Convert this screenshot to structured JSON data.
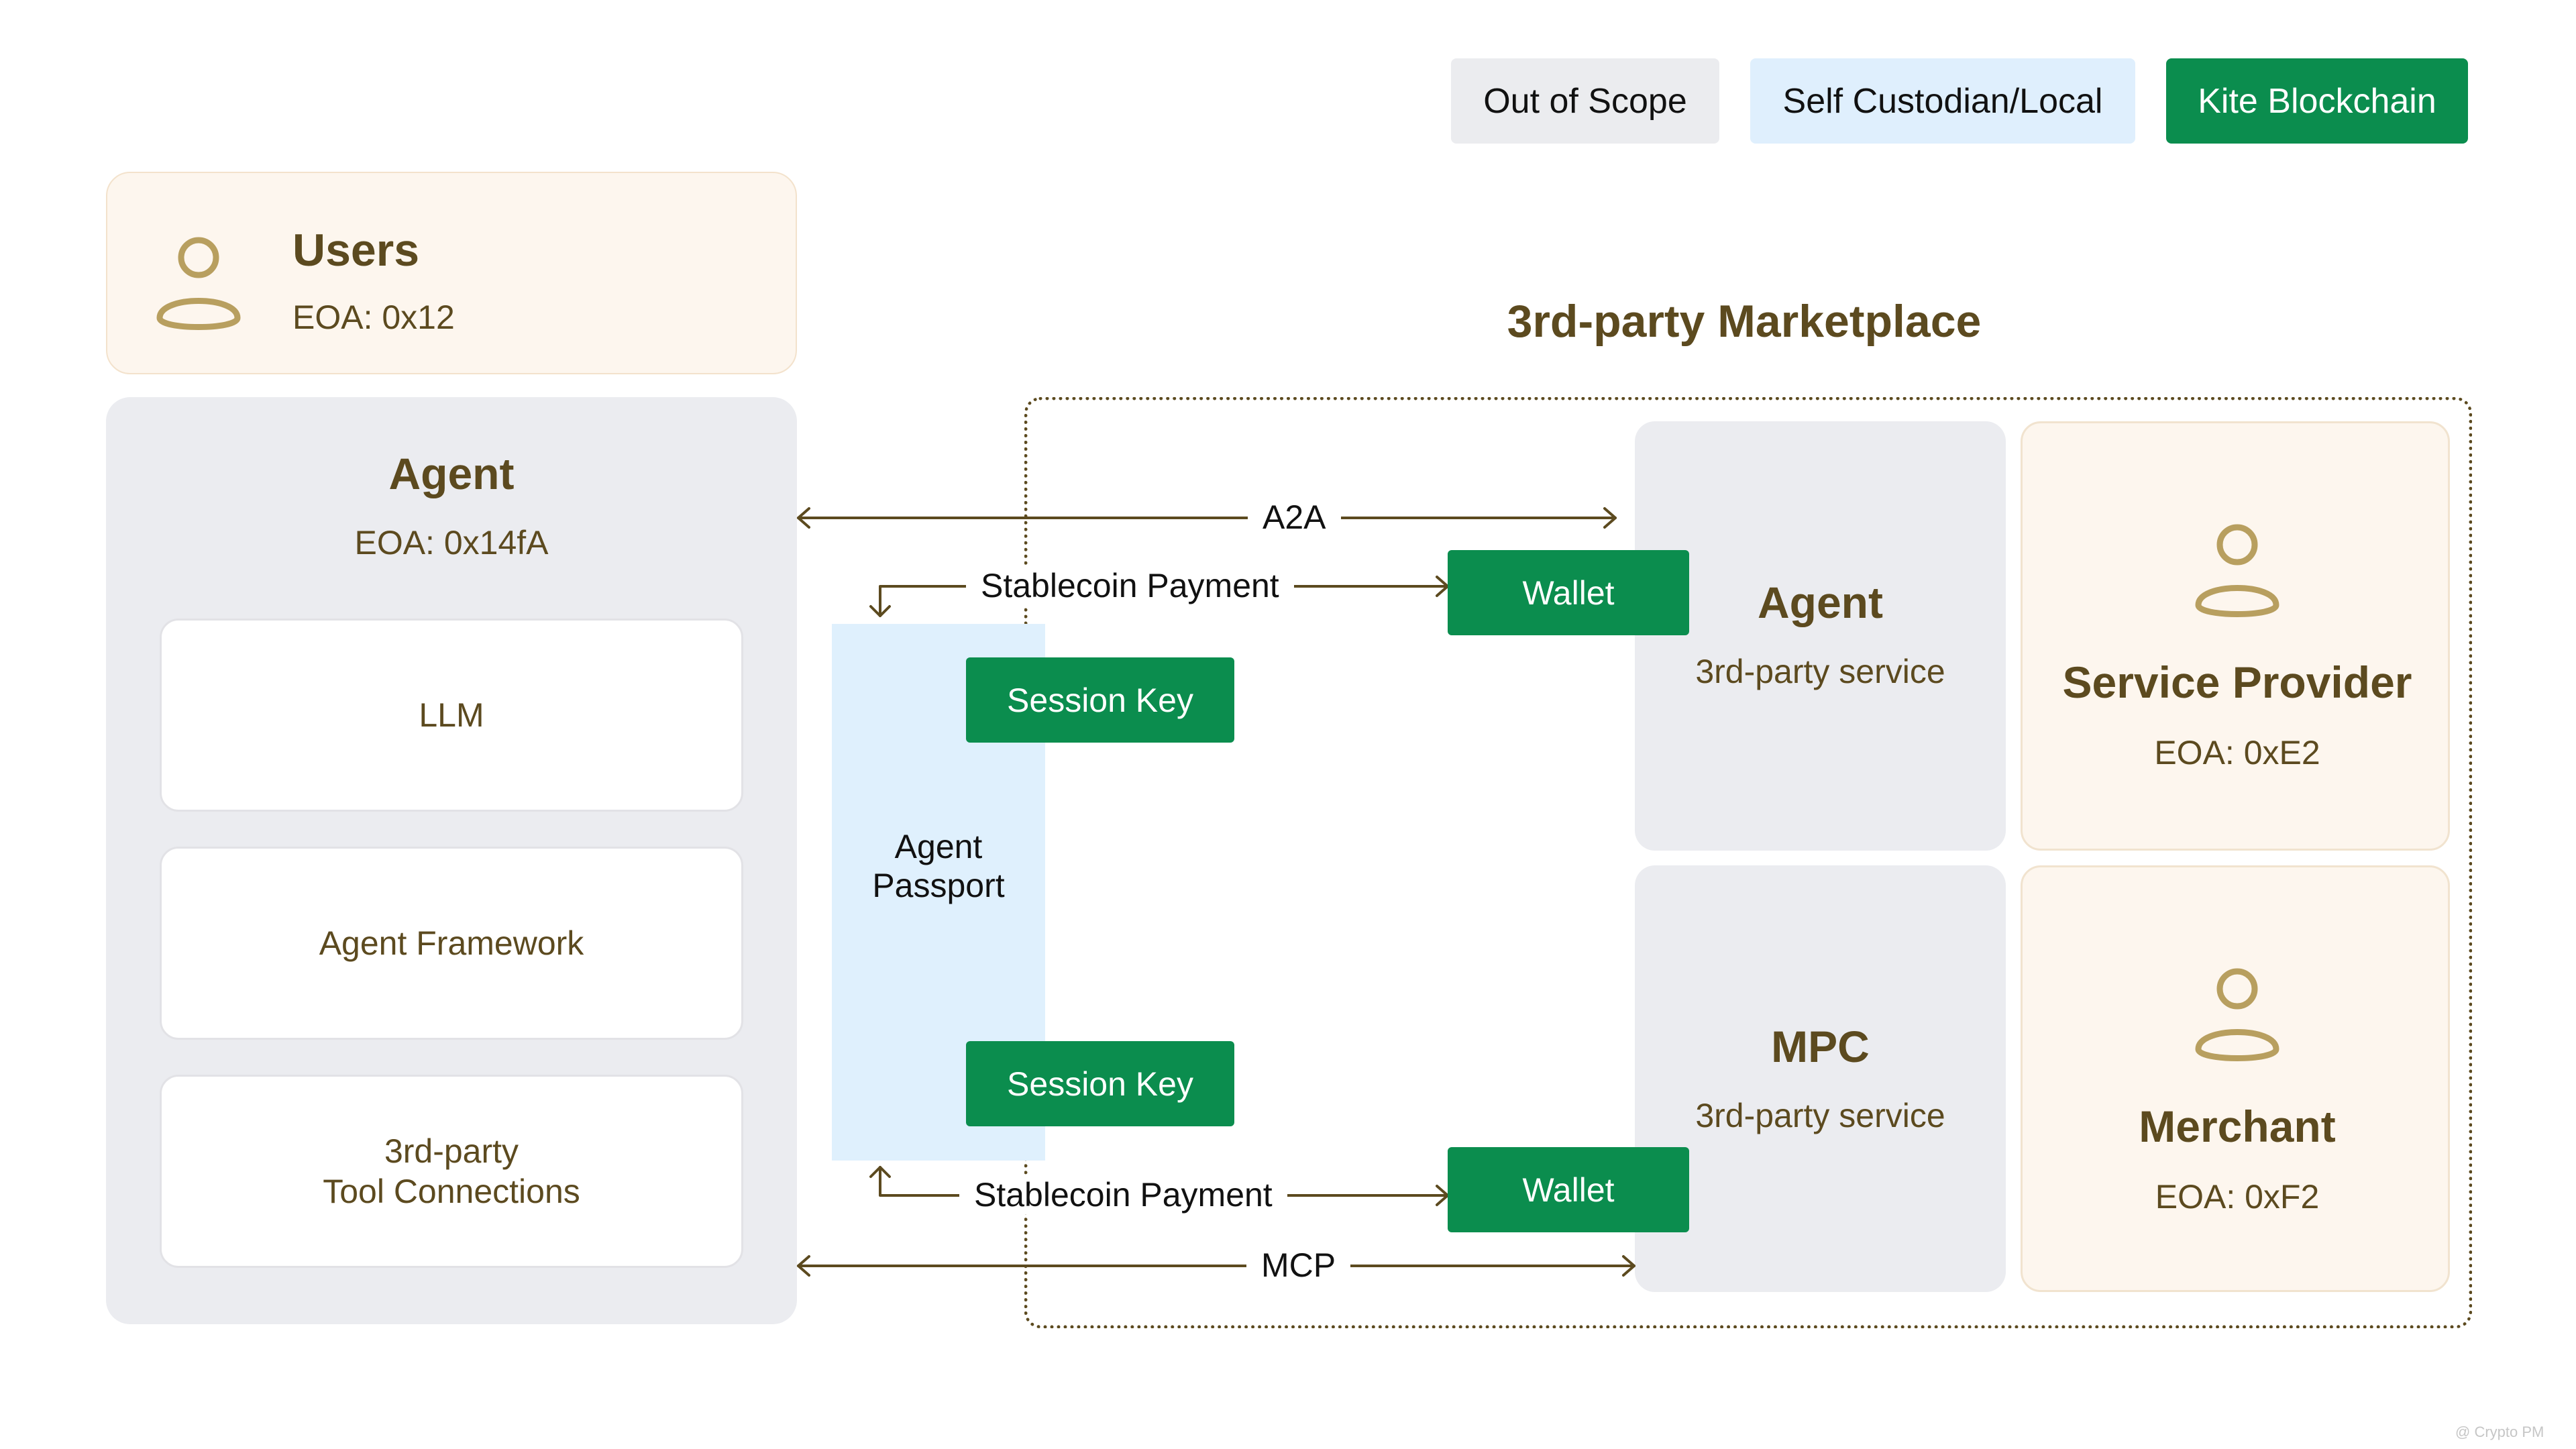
{
  "legend": {
    "out_of_scope": "Out of Scope",
    "self_custodian": "Self Custodian/Local",
    "kite_blockchain": "Kite Blockchain"
  },
  "users": {
    "title": "Users",
    "eoa": "EOA: 0x12"
  },
  "agent": {
    "title": "Agent",
    "eoa": "EOA: 0x14fA",
    "components": [
      "LLM",
      "Agent Framework",
      "3rd-party\nTool Connections"
    ]
  },
  "passport": {
    "label": "Agent\nPassport",
    "session_key_top": "Session Key",
    "session_key_bottom": "Session Key"
  },
  "marketplace": {
    "title": "3rd-party Marketplace",
    "agent_service": {
      "title": "Agent",
      "sub": "3rd-party service"
    },
    "mpc_service": {
      "title": "MPC",
      "sub": "3rd-party service"
    },
    "service_provider": {
      "title": "Service Provider",
      "eoa": "EOA: 0xE2"
    },
    "merchant": {
      "title": "Merchant",
      "eoa": "EOA: 0xF2"
    }
  },
  "edges": {
    "a2a": "A2A",
    "payment_top": "Stablecoin Payment",
    "payment_bottom": "Stablecoin Payment",
    "mcp": "MCP"
  },
  "wallets": {
    "top": "Wallet",
    "bottom": "Wallet"
  },
  "watermark": "@ Crypto PM",
  "colors": {
    "kite_green": "#0b8d4e",
    "self_custodian_blue": "#dff0fd",
    "out_of_scope_grey": "#ebecf0",
    "user_cream": "#fdf6ee",
    "text_brown": "#5c4a1f"
  }
}
